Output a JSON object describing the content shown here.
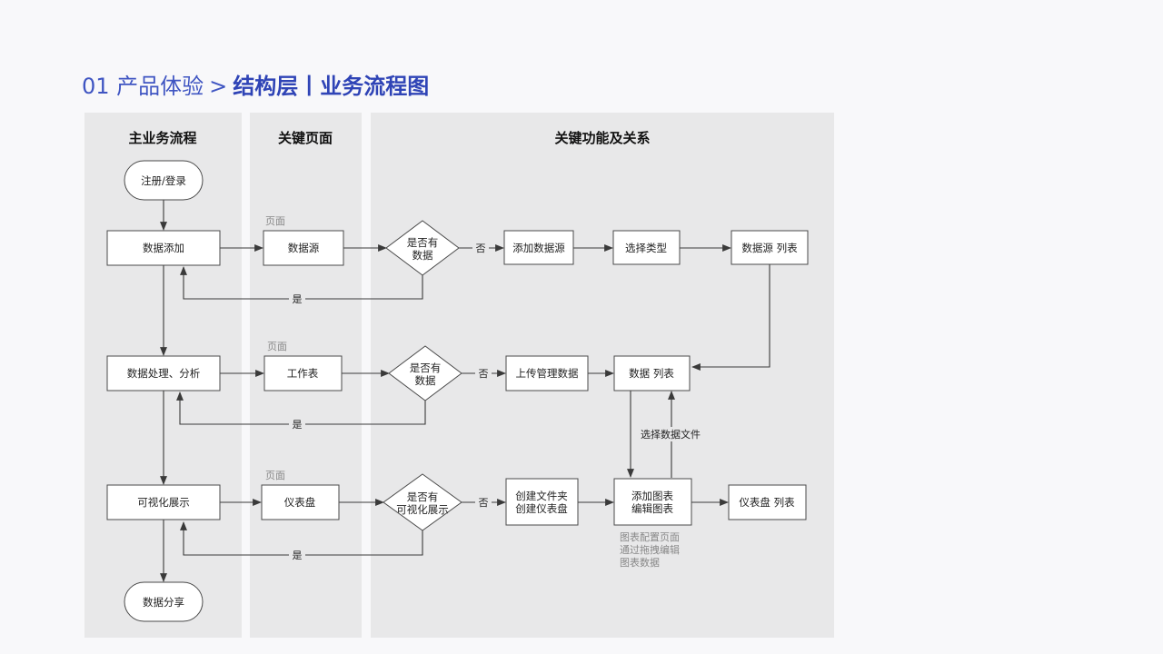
{
  "header": {
    "prefix": "01 产品体验",
    "separator": ">",
    "main": "结构层丨业务流程图"
  },
  "columns": {
    "main_flow": "主业务流程",
    "key_pages": "关键页面",
    "key_functions": "关键功能及关系"
  },
  "nodes": {
    "register": "注册/登录",
    "data_add": "数据添加",
    "data_process": "数据处理、分析",
    "visual_show": "可视化展示",
    "data_share": "数据分享",
    "page_datasource": "数据源",
    "page_worksheet": "工作表",
    "page_dashboard": "仪表盘",
    "decision1": [
      "是否有",
      "数据"
    ],
    "decision2": [
      "是否有",
      "数据"
    ],
    "decision3": [
      "是否有",
      "可视化展示"
    ],
    "add_datasource": "添加数据源",
    "select_type": "选择类型",
    "datasource_list": "数据源 列表",
    "upload_data": "上传管理数据",
    "data_list": "数据 列表",
    "create_folder": [
      "创建文件夹",
      "创建仪表盘"
    ],
    "add_chart": [
      "添加图表",
      "编辑图表"
    ],
    "dashboard_list": "仪表盘 列表"
  },
  "labels": {
    "page": "页面",
    "no": "否",
    "yes": "是",
    "select_data_file": "选择数据文件",
    "chart_note": [
      "图表配置页面",
      "通过拖拽编辑",
      "图表数据"
    ]
  }
}
